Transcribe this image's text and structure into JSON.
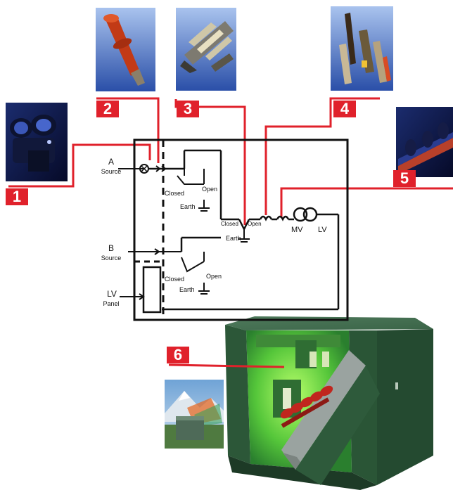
{
  "callouts": [
    "1",
    "2",
    "3",
    "4",
    "5",
    "6"
  ],
  "sources": {
    "a_letter": "A",
    "a_word": "Source",
    "b_letter": "B",
    "b_word": "Source",
    "lv_top": "LV",
    "lv_bottom": "Panel"
  },
  "switch_labels": {
    "closed_1": "Closed",
    "open_1": "Open",
    "earth_1": "Earth",
    "closed_2": "Closed",
    "open_2": "Open",
    "earth_2": "Earth",
    "closed_3": "Closed",
    "open_3": "Open",
    "earth_3": "Earth"
  },
  "transformer": {
    "mv": "MV",
    "lv": "LV"
  },
  "colors": {
    "callout_red": "#e0212b",
    "line_black": "#111111",
    "kiosk_green": "#2f5a3c"
  },
  "icons": [
    "cable-termination-photo",
    "bushing-insulator-photo",
    "disconnector-switch-photo",
    "fuses-photo",
    "busbar-photo",
    "outdoor-kiosk-photo",
    "substation-kiosk-illustration"
  ]
}
